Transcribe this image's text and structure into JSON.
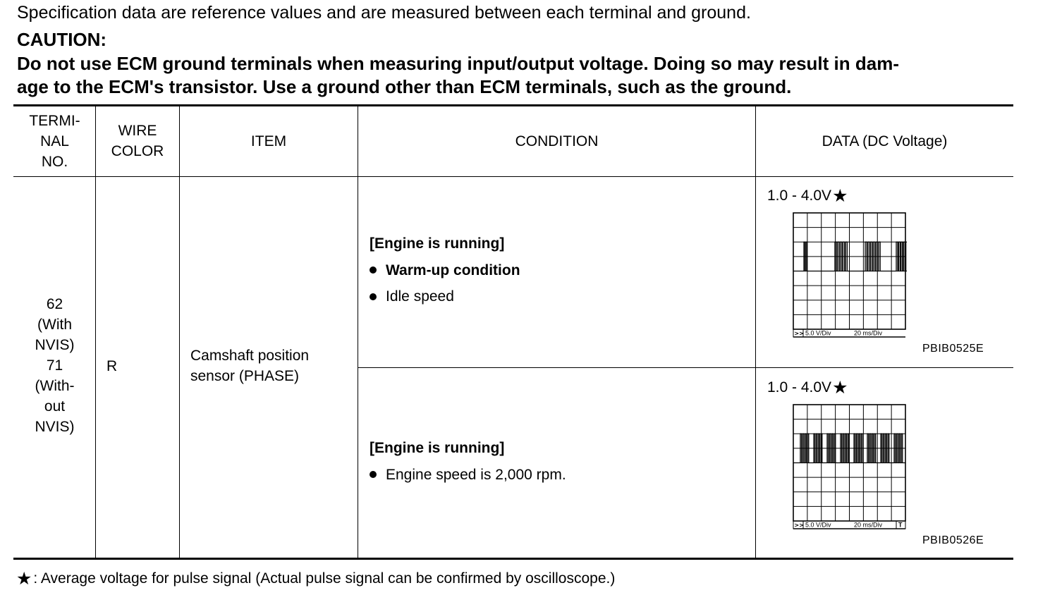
{
  "intro": "Specification data are reference values and are measured between each terminal and ground.",
  "caution": {
    "title": "CAUTION:",
    "line1": "Do not use ECM ground terminals when measuring input/output voltage. Doing so may result in dam-",
    "line2": "age to the ECM's transistor. Use a ground other than ECM terminals, such as the ground."
  },
  "table": {
    "headers": {
      "terminal": [
        "TERMI-",
        "NAL",
        "NO."
      ],
      "wire": [
        "WIRE",
        "COLOR"
      ],
      "item": "ITEM",
      "condition": "CONDITION",
      "data": "DATA (DC Voltage)"
    },
    "row": {
      "terminal": [
        "62",
        "(With",
        "NVIS)",
        "71",
        "(With-",
        "out",
        "NVIS)"
      ],
      "wire_color": "R",
      "item": [
        "Camshaft position",
        "sensor (PHASE)"
      ],
      "conditions": [
        {
          "heading": "[Engine is running]",
          "bullets": [
            "Warm-up condition",
            "Idle speed"
          ],
          "voltage": "1.0 - 4.0V",
          "figure_id": "PBIB0525E",
          "scope": {
            "arrow": ">>",
            "vdiv": "5.0 V/Div",
            "tdiv": "20 ms/Div",
            "trigger": ""
          }
        },
        {
          "heading": "[Engine is running]",
          "bullets": [
            "Engine speed is 2,000 rpm."
          ],
          "voltage": "1.0 - 4.0V",
          "figure_id": "PBIB0526E",
          "scope": {
            "arrow": ">>",
            "vdiv": "5.0 V/Div",
            "tdiv": "20 ms/Div",
            "trigger": "T"
          }
        }
      ]
    }
  },
  "footnote": ": Average voltage for pulse signal (Actual pulse signal can be confirmed by oscilloscope.)",
  "star_glyph": "★"
}
